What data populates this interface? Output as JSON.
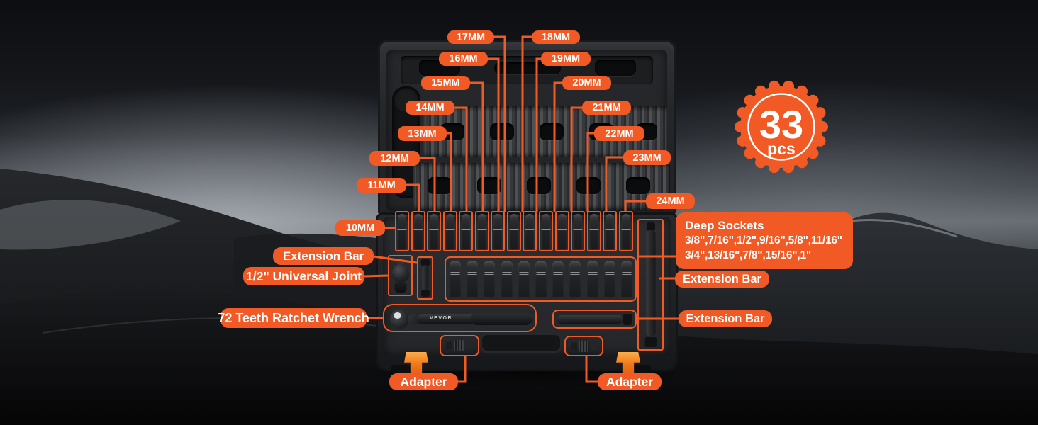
{
  "badge": {
    "count": "33",
    "unit": "pcs"
  },
  "product": {
    "tool_brand": "VEVOR"
  },
  "colors": {
    "accent": "#F15A24",
    "label_text": "#FFFFFF",
    "latch_orange": "#F07A1C"
  },
  "callouts": {
    "metric_sizes": [
      "10MM",
      "11MM",
      "12MM",
      "13MM",
      "14MM",
      "15MM",
      "16MM",
      "17MM",
      "18MM",
      "19MM",
      "20MM",
      "21MM",
      "22MM",
      "23MM",
      "24MM"
    ],
    "extension_bar_left": "Extension Bar",
    "universal_joint": "1/2\" Universal Joint",
    "ratchet_wrench": "72 Teeth Ratchet Wrench",
    "adapter_left": "Adapter",
    "adapter_right": "Adapter",
    "extension_bar_right_upper": "Extension Bar",
    "extension_bar_right_lower": "Extension Bar",
    "deep_sockets": {
      "title": "Deep Sockets",
      "sizes_line1": "3/8\",7/16\",1/2\",9/16\",5/8\",11/16\"",
      "sizes_line2": "3/4\",13/16\",7/8\",15/16\",1\"",
      "sae_sizes": [
        "3/8\"",
        "7/16\"",
        "1/2\"",
        "9/16\"",
        "5/8\"",
        "11/16\"",
        "3/4\"",
        "13/16\"",
        "7/8\"",
        "15/16\"",
        "1\""
      ]
    }
  }
}
